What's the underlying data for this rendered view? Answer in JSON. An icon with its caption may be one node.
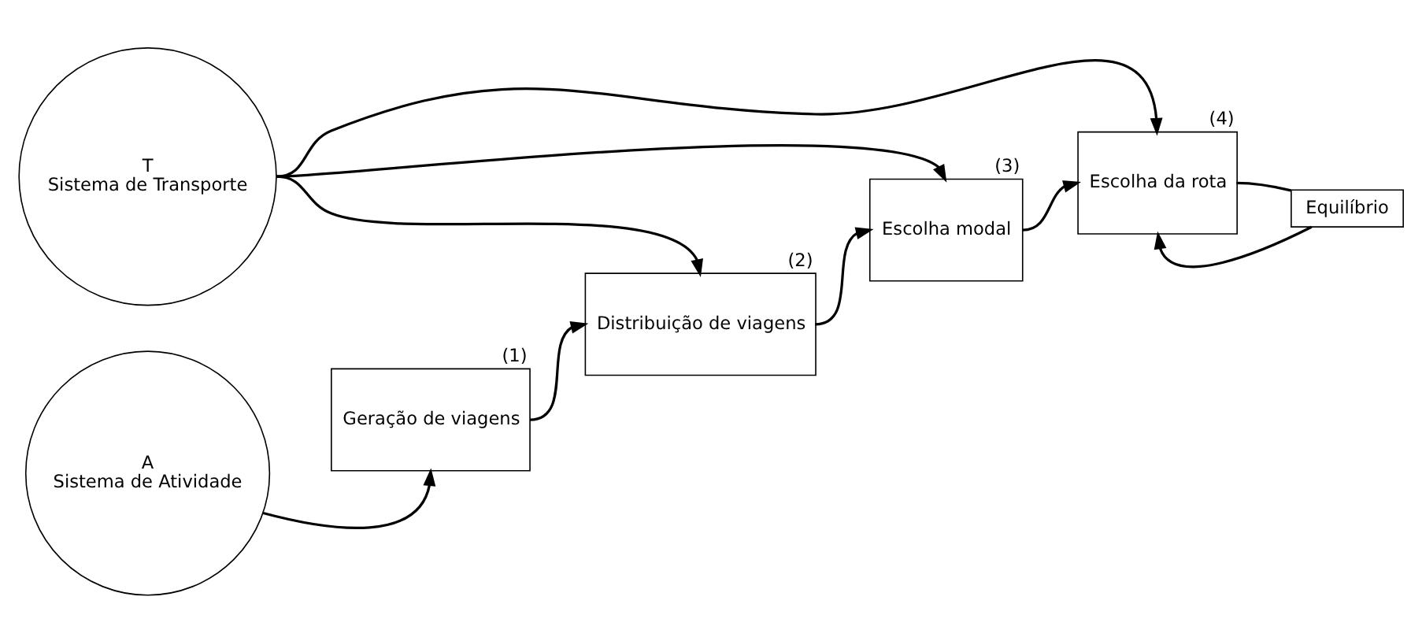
{
  "diagram": {
    "nodes": [
      {
        "text": [
          "T",
          "Sistema de Transporte"
        ]
      },
      {
        "text": [
          "A",
          "Sistema de Atividade"
        ]
      },
      {
        "text": [
          "Geração de viagens"
        ],
        "beside": [
          "(1)"
        ]
      },
      {
        "text": [
          "Distribuição de viagens"
        ],
        "beside": [
          "(2)"
        ]
      },
      {
        "text": [
          "Escolha modal"
        ],
        "beside": [
          "(3)"
        ]
      },
      {
        "text": [
          "Escolha da rota"
        ],
        "beside": [
          "(4)"
        ]
      },
      {
        "text": [
          "Equilíbrio"
        ]
      }
    ],
    "edges": [
      {
        "from": 0,
        "to": 3,
        "arrow": "to"
      },
      {
        "from": 0,
        "to": 4,
        "arrow": "to"
      },
      {
        "from": 0,
        "to": 5,
        "arrow": "to"
      },
      {
        "from": 1,
        "to": 2,
        "arrow": "to"
      },
      {
        "from": 2,
        "to": 3,
        "arrow": "to"
      },
      {
        "from": 3,
        "to": 4,
        "arrow": "to"
      },
      {
        "from": 4,
        "to": 5,
        "arrow": "to"
      },
      {
        "from": 5,
        "to": 6,
        "arrow": "none"
      },
      {
        "from": 6,
        "to": 5,
        "arrow": "to"
      }
    ]
  }
}
